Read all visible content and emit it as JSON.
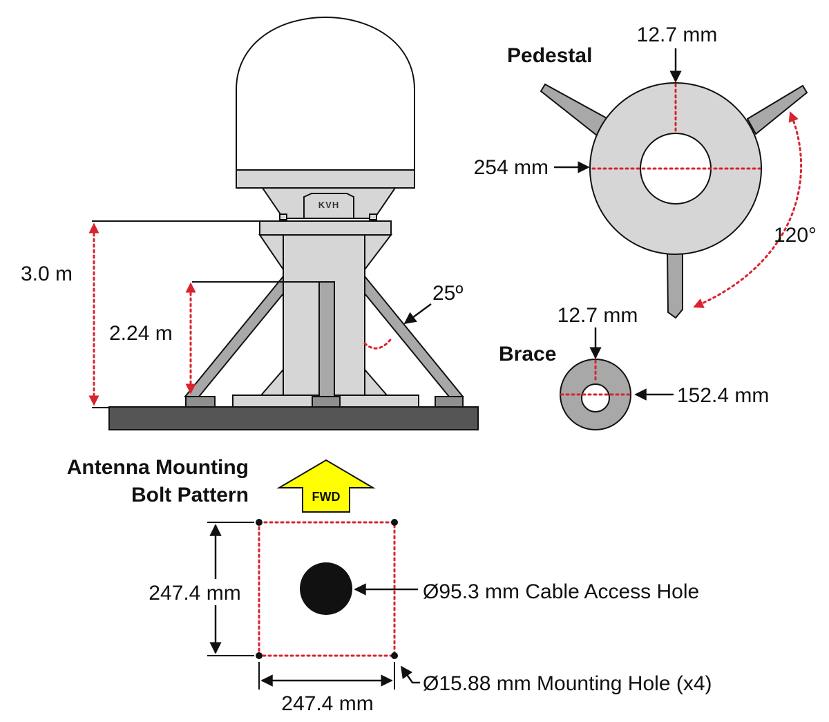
{
  "colors": {
    "outline": "#111111",
    "dome": "#ffffff",
    "light_gray": "#d6d6d6",
    "mid_gray": "#a8a8a8",
    "dark_gray": "#8f8f8f",
    "base": "#555555",
    "red": "#d9232e",
    "fwd_yellow": "#ffff00"
  },
  "logo": "KVH",
  "elevation": {
    "height_label": "3.0 m",
    "brace_height_label": "2.24 m",
    "angle_label": "25º"
  },
  "pedestal": {
    "title": "Pedestal",
    "thickness_label": "12.7 mm",
    "diameter_label": "254 mm",
    "angle_label": "120°"
  },
  "brace": {
    "title": "Brace",
    "thickness_label": "12.7 mm",
    "diameter_label": "152.4 mm"
  },
  "bolt_pattern": {
    "title_line1": "Antenna Mounting",
    "title_line2": "Bolt Pattern",
    "fwd_label": "FWD",
    "height_label": "247.4 mm",
    "width_label": "247.4 mm",
    "cable_hole_label": "Ø95.3 mm Cable Access Hole",
    "mounting_hole_label": "Ø15.88 mm Mounting Hole (x4)"
  }
}
